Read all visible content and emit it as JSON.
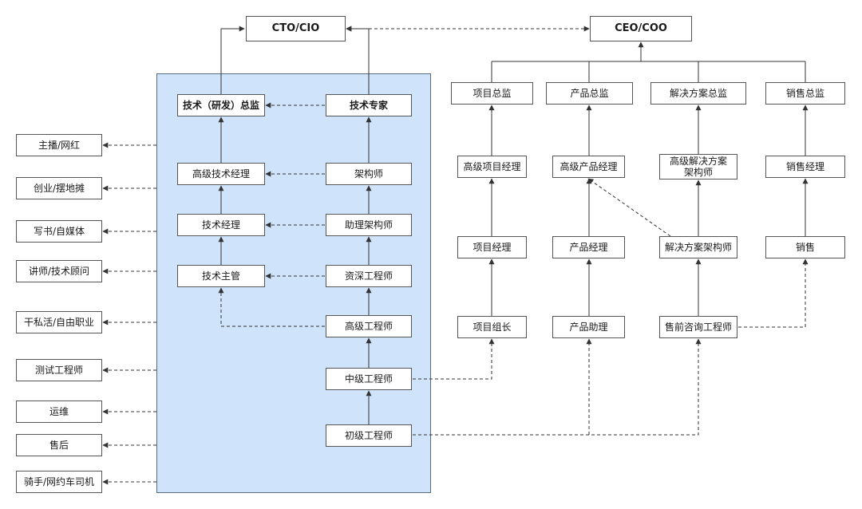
{
  "executives": {
    "cto": "CTO/CIO",
    "ceo": "CEO/COO"
  },
  "tech_track": {
    "mgmt": {
      "director": "技术（研发）总监",
      "senior_manager": "高级技术经理",
      "manager": "技术经理",
      "supervisor": "技术主管"
    },
    "expert": {
      "expert": "技术专家",
      "architect": "架构师",
      "assistant_architect": "助理架构师",
      "senior_staff_engineer": "资深工程师",
      "senior_engineer": "高级工程师",
      "mid_engineer": "中级工程师",
      "junior_engineer": "初级工程师"
    }
  },
  "exits": [
    "主播/网红",
    "创业/摆地摊",
    "写书/自媒体",
    "讲师/技术顾问",
    "干私活/自由职业",
    "测试工程师",
    "运维",
    "售后",
    "骑手/网约车司机"
  ],
  "business_tracks": {
    "project": [
      "项目总监",
      "高级项目经理",
      "项目经理",
      "项目组长"
    ],
    "product": [
      "产品总监",
      "高级产品经理",
      "产品经理",
      "产品助理"
    ],
    "solution": [
      "解决方案总监",
      "高级解决方案\n架构师",
      "解决方案架构师",
      "售前咨询工程师"
    ],
    "sales": [
      "销售总监",
      "销售经理",
      "销售"
    ]
  }
}
